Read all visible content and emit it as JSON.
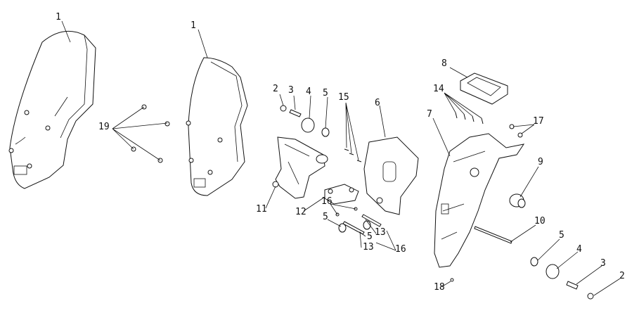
{
  "diagram": {
    "type": "exploded-parts-diagram",
    "callouts": [
      {
        "id": "c1a",
        "label": "1",
        "part": "windshield-large"
      },
      {
        "id": "c1b",
        "label": "1",
        "part": "windshield-small"
      },
      {
        "id": "c2a",
        "label": "2",
        "part": "screw"
      },
      {
        "id": "c3a",
        "label": "3",
        "part": "spring"
      },
      {
        "id": "c4a",
        "label": "4",
        "part": "knob"
      },
      {
        "id": "c5a",
        "label": "5",
        "part": "bushing"
      },
      {
        "id": "c15",
        "label": "15",
        "part": "bolts"
      },
      {
        "id": "c6",
        "label": "6",
        "part": "bracket"
      },
      {
        "id": "c8",
        "label": "8",
        "part": "instrument-cluster"
      },
      {
        "id": "c14",
        "label": "14",
        "part": "cluster-bolts"
      },
      {
        "id": "c7",
        "label": "7",
        "part": "front-frame"
      },
      {
        "id": "c17",
        "label": "17",
        "part": "nuts"
      },
      {
        "id": "c19",
        "label": "19",
        "part": "windshield-bolts"
      },
      {
        "id": "c9",
        "label": "9",
        "part": "knob"
      },
      {
        "id": "c10",
        "label": "10",
        "part": "rod"
      },
      {
        "id": "c11",
        "label": "11",
        "part": "left-bracket"
      },
      {
        "id": "c12",
        "label": "12",
        "part": "link-plate"
      },
      {
        "id": "c16a",
        "label": "16",
        "part": "bolt"
      },
      {
        "id": "c5b",
        "label": "5",
        "part": "bushing"
      },
      {
        "id": "c13a",
        "label": "13",
        "part": "pin"
      },
      {
        "id": "c5c",
        "label": "5",
        "part": "bushing"
      },
      {
        "id": "c13b",
        "label": "13",
        "part": "pin"
      },
      {
        "id": "c16b",
        "label": "16",
        "part": "bolt"
      },
      {
        "id": "c5d",
        "label": "5",
        "part": "bushing"
      },
      {
        "id": "c4b",
        "label": "4",
        "part": "knob"
      },
      {
        "id": "c3b",
        "label": "3",
        "part": "spring"
      },
      {
        "id": "c2b",
        "label": "2",
        "part": "screw"
      },
      {
        "id": "c18",
        "label": "18",
        "part": "screw"
      }
    ]
  }
}
